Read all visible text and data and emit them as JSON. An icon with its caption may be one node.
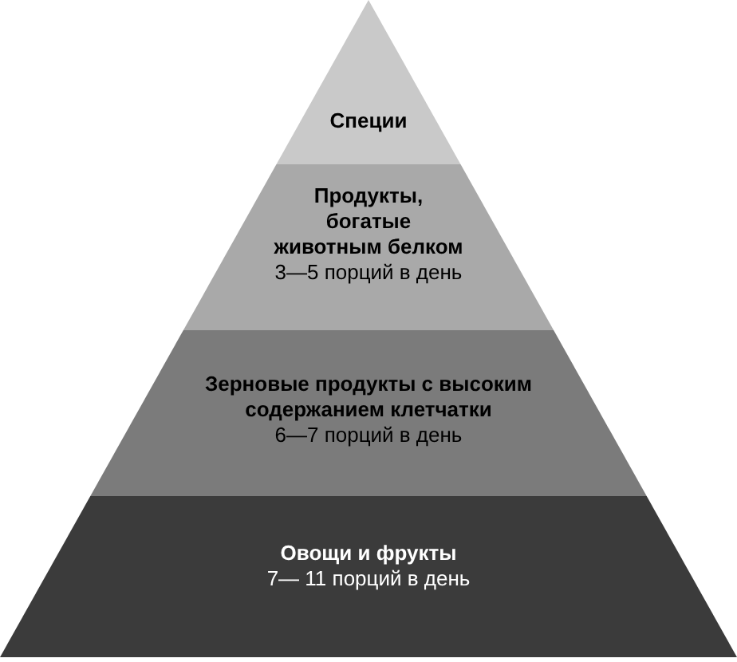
{
  "diagram": {
    "nodes": [
      {
        "text": [
          "Специи"
        ]
      },
      {
        "text": [
          "Продукты, богатые животным белком",
          "3—5 порций в день"
        ]
      },
      {
        "text": [
          "Зерновые продукты с высоким содержанием клетчатки",
          "6—7 порций в день"
        ]
      },
      {
        "text": [
          "Овощи и фрукты",
          "7— 11 порций в день"
        ]
      }
    ]
  }
}
